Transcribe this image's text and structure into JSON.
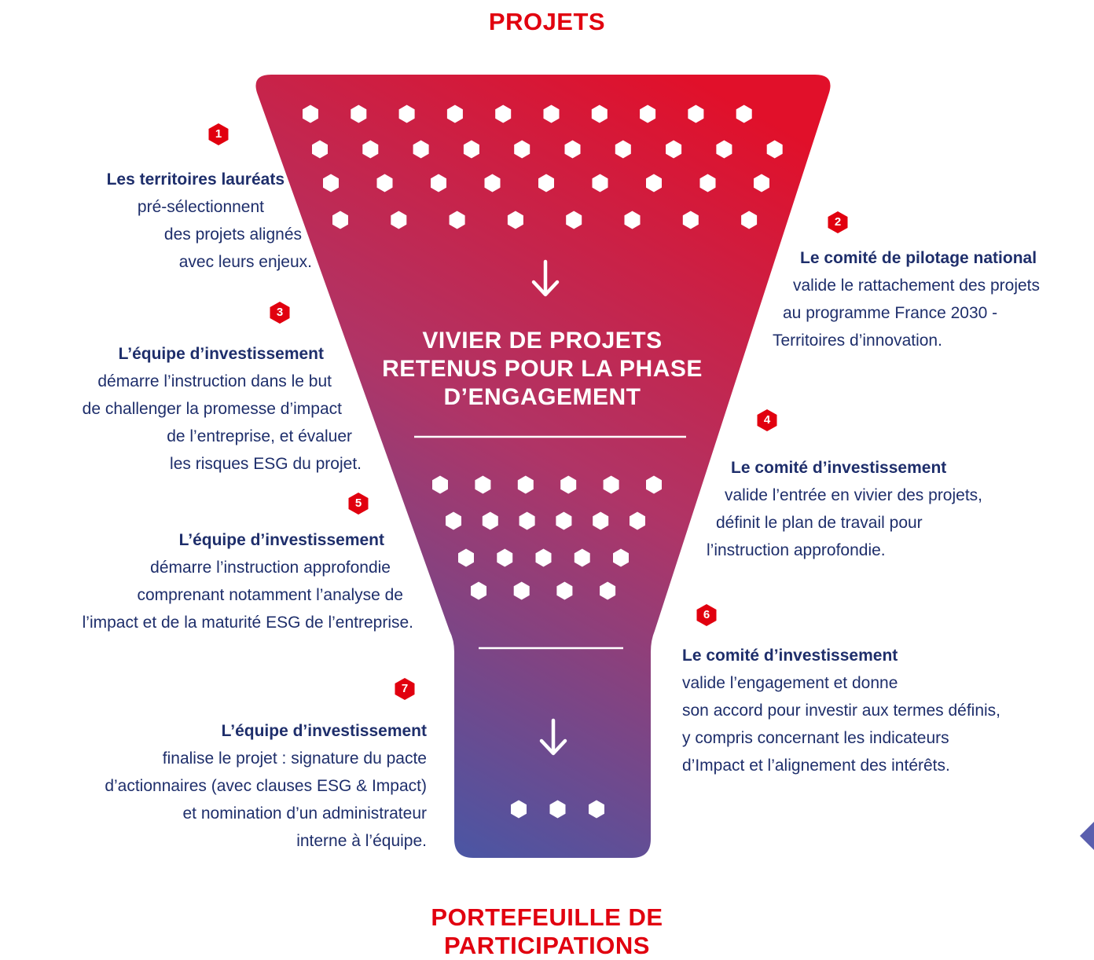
{
  "header": {
    "title": "PROJETS"
  },
  "footer": {
    "title_lines": [
      "PORTEFEUILLE DE",
      "PARTICIPATIONS"
    ]
  },
  "center": {
    "title_lines": [
      "VIVIER DE PROJETS",
      "RETENUS POUR LA PHASE",
      "D’ENGAGEMENT"
    ]
  },
  "colors": {
    "accent_red": "#e1000f",
    "navy": "#1e2e6b",
    "funnel_top": "#e1102a",
    "funnel_bottom": "#4a56a4"
  },
  "icons": {
    "arrow": "down-arrow-icon",
    "dot": "hexagon-icon"
  },
  "steps": [
    {
      "number": "1",
      "title": "Les territoires lauréats",
      "lines": [
        "pré-sélectionnent",
        "des projets alignés",
        "avec leurs enjeux."
      ]
    },
    {
      "number": "2",
      "title": "Le comité de pilotage national",
      "lines": [
        "valide le rattachement des projets",
        "au programme France 2030 -",
        "Territoires d’innovation."
      ]
    },
    {
      "number": "3",
      "title": "L’équipe d’investissement",
      "lines": [
        "démarre l’instruction dans le but",
        "de challenger la promesse d’impact",
        "de l’entreprise, et évaluer",
        "les risques ESG du projet."
      ]
    },
    {
      "number": "4",
      "title": "Le comité d’investissement",
      "lines": [
        "valide l’entrée en vivier des projets,",
        "définit le plan de travail pour",
        "l’instruction approfondie."
      ]
    },
    {
      "number": "5",
      "title": "L’équipe d’investissement",
      "lines": [
        "démarre l’instruction approfondie",
        "comprenant notamment l’analyse de",
        "l’impact et de la maturité ESG de l’entreprise."
      ]
    },
    {
      "number": "6",
      "title": "Le comité d’investissement",
      "lines": [
        "valide l’engagement et donne",
        "son accord pour investir aux termes définis,",
        "y compris concernant les indicateurs",
        "d’Impact et l’alignement des intérêts."
      ]
    },
    {
      "number": "7",
      "title": "L’équipe d’investissement",
      "lines": [
        "finalise le projet : signature du pacte",
        "d’actionnaires (avec clauses ESG & Impact)",
        "et nomination d’un administrateur",
        "interne à l’équipe."
      ]
    }
  ]
}
